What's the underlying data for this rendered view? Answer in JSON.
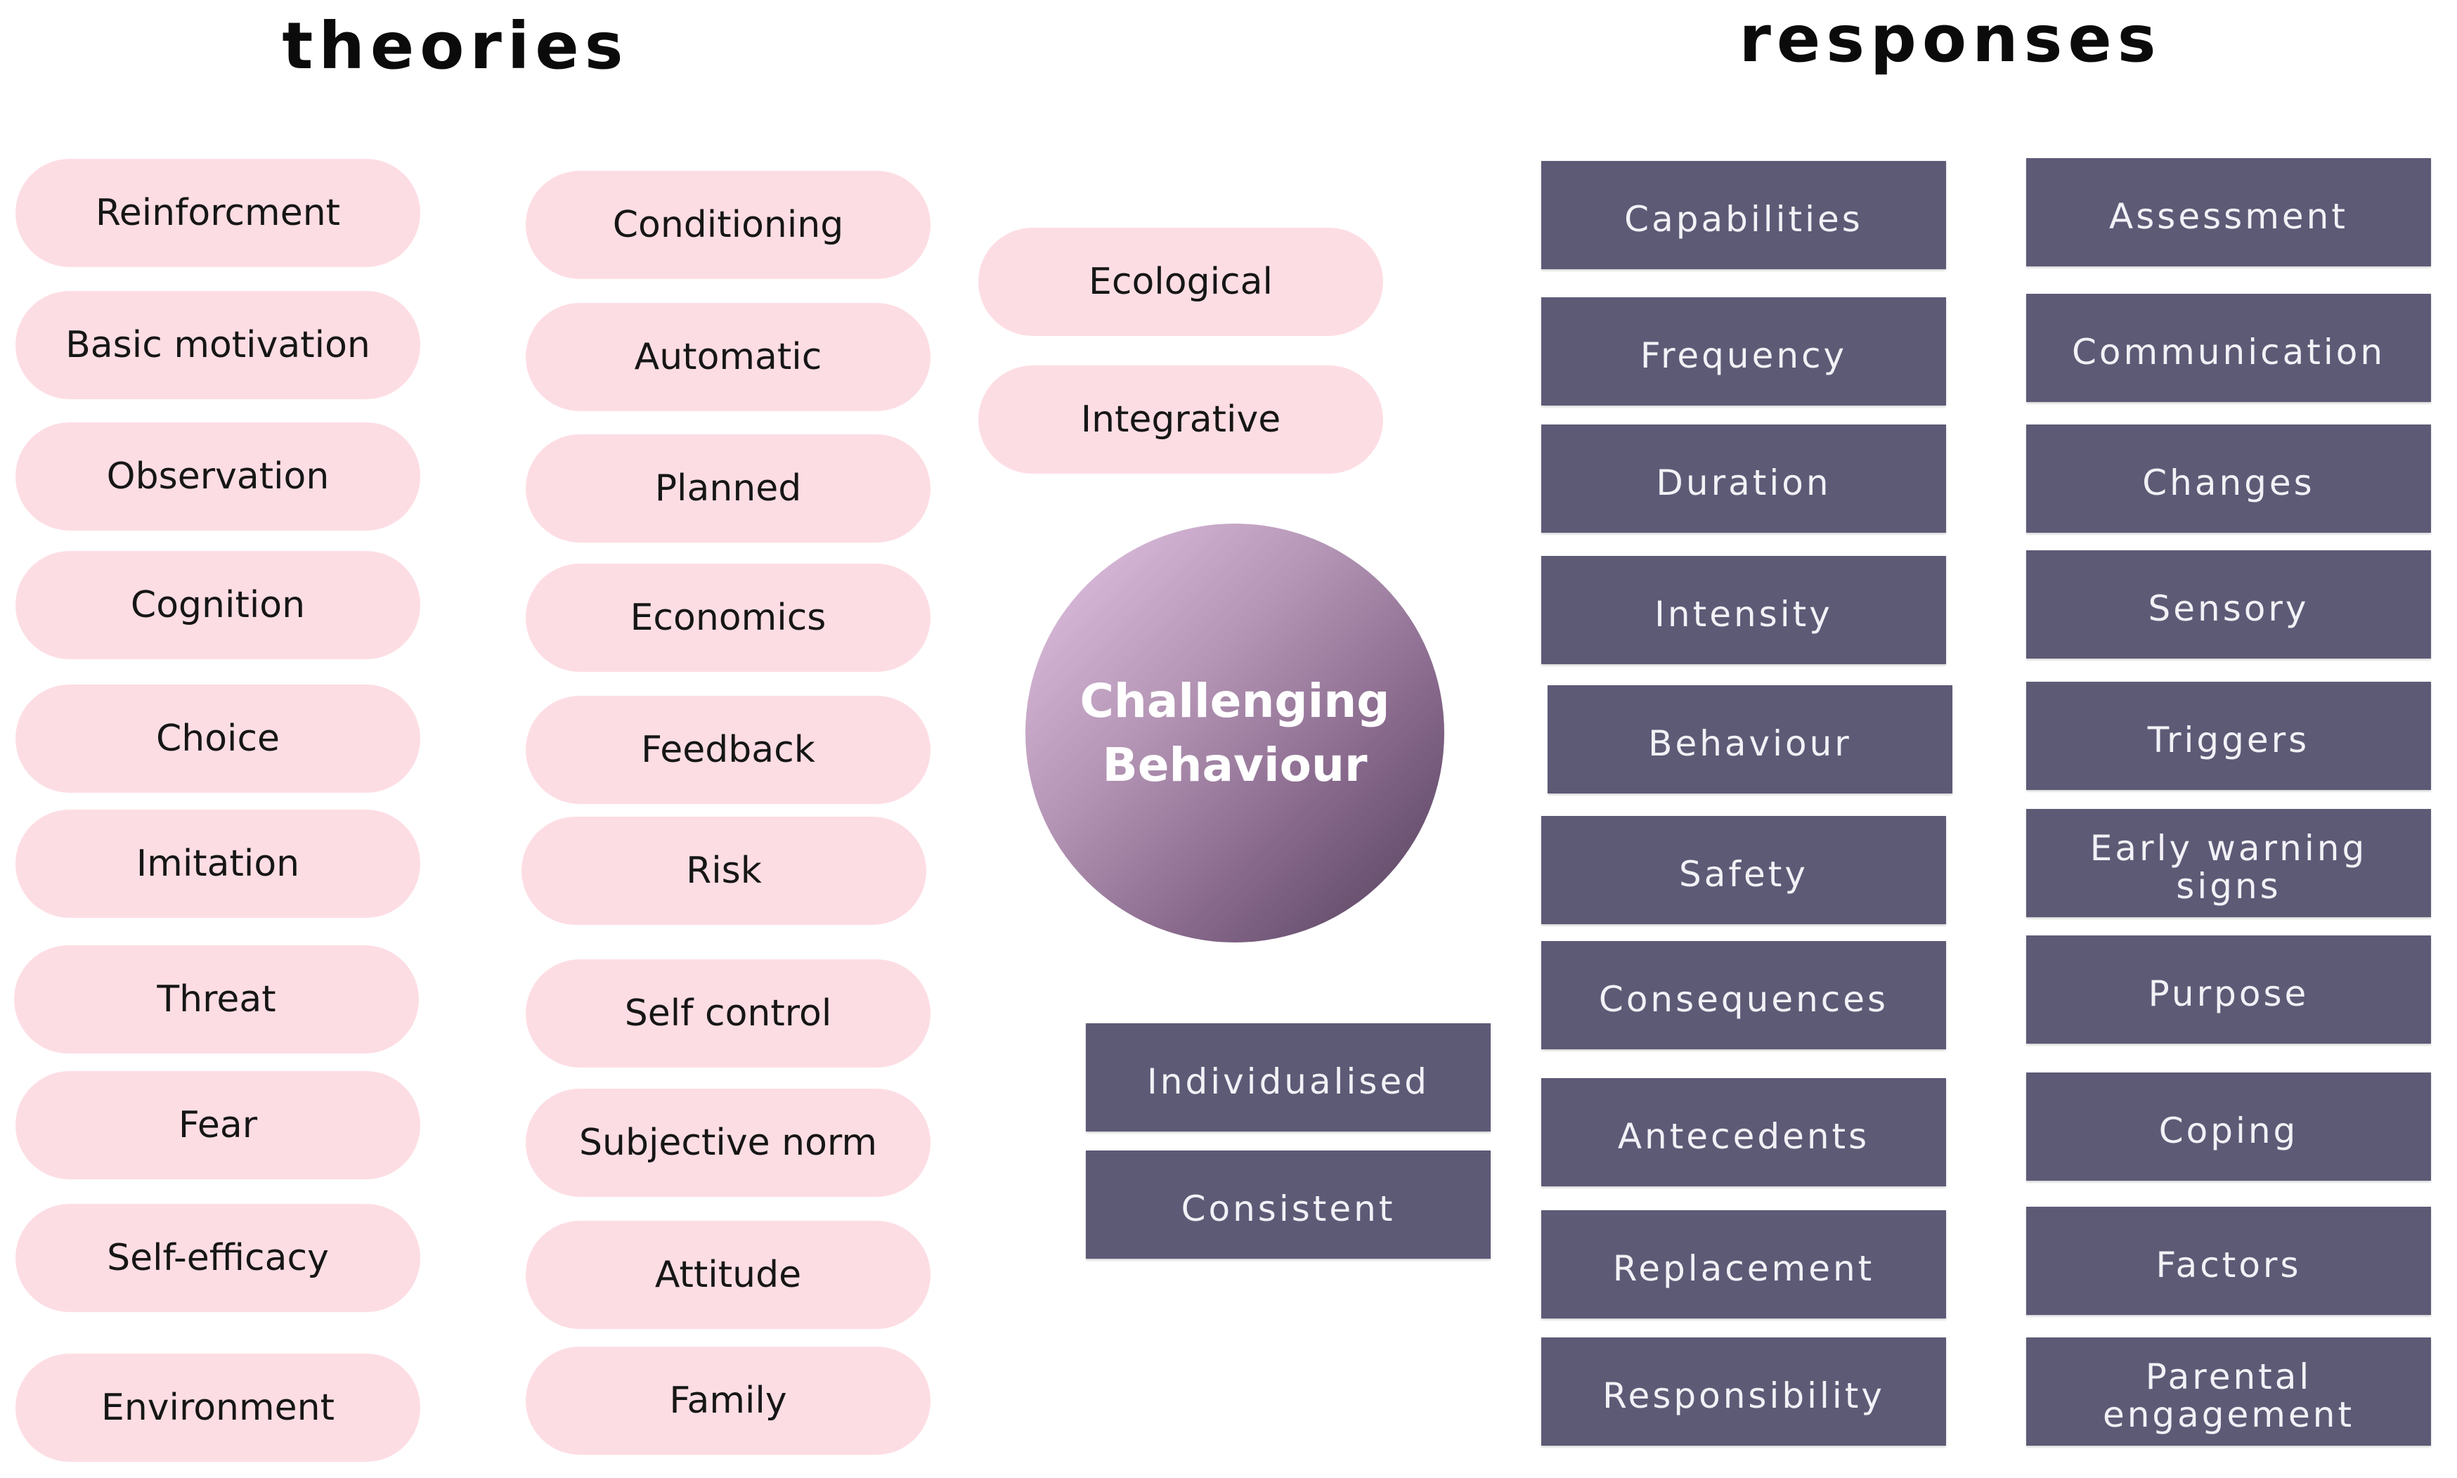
{
  "headings": {
    "theories": "theories",
    "responses": "responses"
  },
  "center": {
    "label": "Challenging Behaviour"
  },
  "theories": {
    "column1": [
      "Reinforcment",
      "Basic motivation",
      "Observation",
      "Cognition",
      "Choice",
      "Imitation",
      "Threat",
      "Fear",
      "Self-efficacy",
      "Environment"
    ],
    "column2": [
      "Conditioning",
      "Automatic",
      "Planned",
      "Economics",
      "Feedback",
      "Risk",
      "Self control",
      "Subjective norm",
      "Attitude",
      "Family"
    ],
    "column3": [
      "Ecological",
      "Integrative"
    ]
  },
  "approach": [
    "Individualised",
    "Consistent"
  ],
  "responses": {
    "column1": [
      "Capabilities",
      "Frequency",
      "Duration",
      "Intensity",
      "Behaviour",
      "Safety",
      "Consequences",
      "Antecedents",
      "Replacement",
      "Responsibility"
    ],
    "column2": [
      "Assessment",
      "Communication",
      "Changes",
      "Sensory",
      "Triggers",
      "Early warning signs",
      "Purpose",
      "Coping",
      "Factors",
      "Parental engagement"
    ]
  },
  "colors": {
    "theory_fill": "#fddde4",
    "response_fill": "#5d5a76",
    "circle_gradient": [
      "#e6c6e6",
      "#523f5b"
    ]
  }
}
